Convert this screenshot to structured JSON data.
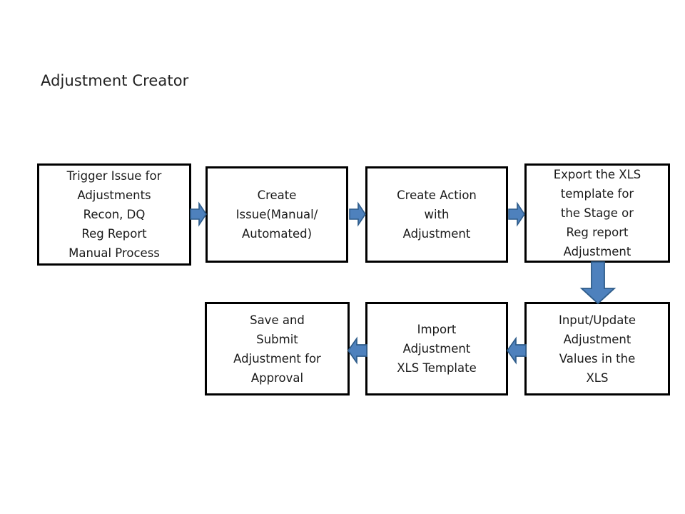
{
  "diagram": {
    "title": "Adjustment Creator",
    "type": "process-flowchart",
    "colors": {
      "box_border": "#000000",
      "box_fill": "#ffffff",
      "arrow_fill": "#4E81BD",
      "arrow_stroke": "#2E5C8A",
      "text": "#1a1a1a",
      "background": "#ffffff"
    },
    "nodes": [
      {
        "id": "trigger-issue",
        "text": "Trigger Issue for\nAdjustments\nRecon, DQ\nReg Report\nManual Process",
        "row": "top",
        "order": 1
      },
      {
        "id": "create-issue",
        "text": "Create\nIssue(Manual/\nAutomated)",
        "row": "top",
        "order": 2
      },
      {
        "id": "create-action",
        "text": "Create Action\nwith\nAdjustment",
        "row": "top",
        "order": 3
      },
      {
        "id": "export-xls-template",
        "text": "Export the XLS\ntemplate for\nthe Stage or\nReg report\nAdjustment",
        "row": "top",
        "order": 4
      },
      {
        "id": "input-update-values",
        "text": "Input/Update\nAdjustment\nValues in the\nXLS",
        "row": "bottom",
        "order": 5
      },
      {
        "id": "import-xls-template",
        "text": "Import\nAdjustment\nXLS Template",
        "row": "bottom",
        "order": 6
      },
      {
        "id": "save-submit-approval",
        "text": "Save and\nSubmit\nAdjustment for\nApproval",
        "row": "bottom",
        "order": 7
      }
    ],
    "connectors": [
      {
        "id": "arrow-1",
        "from": "trigger-issue",
        "to": "create-issue",
        "direction": "right"
      },
      {
        "id": "arrow-2",
        "from": "create-issue",
        "to": "create-action",
        "direction": "right"
      },
      {
        "id": "arrow-3",
        "from": "create-action",
        "to": "export-xls-template",
        "direction": "right"
      },
      {
        "id": "arrow-4",
        "from": "export-xls-template",
        "to": "input-update-values",
        "direction": "down"
      },
      {
        "id": "arrow-5",
        "from": "input-update-values",
        "to": "import-xls-template",
        "direction": "left"
      },
      {
        "id": "arrow-6",
        "from": "import-xls-template",
        "to": "save-submit-approval",
        "direction": "left"
      }
    ]
  }
}
